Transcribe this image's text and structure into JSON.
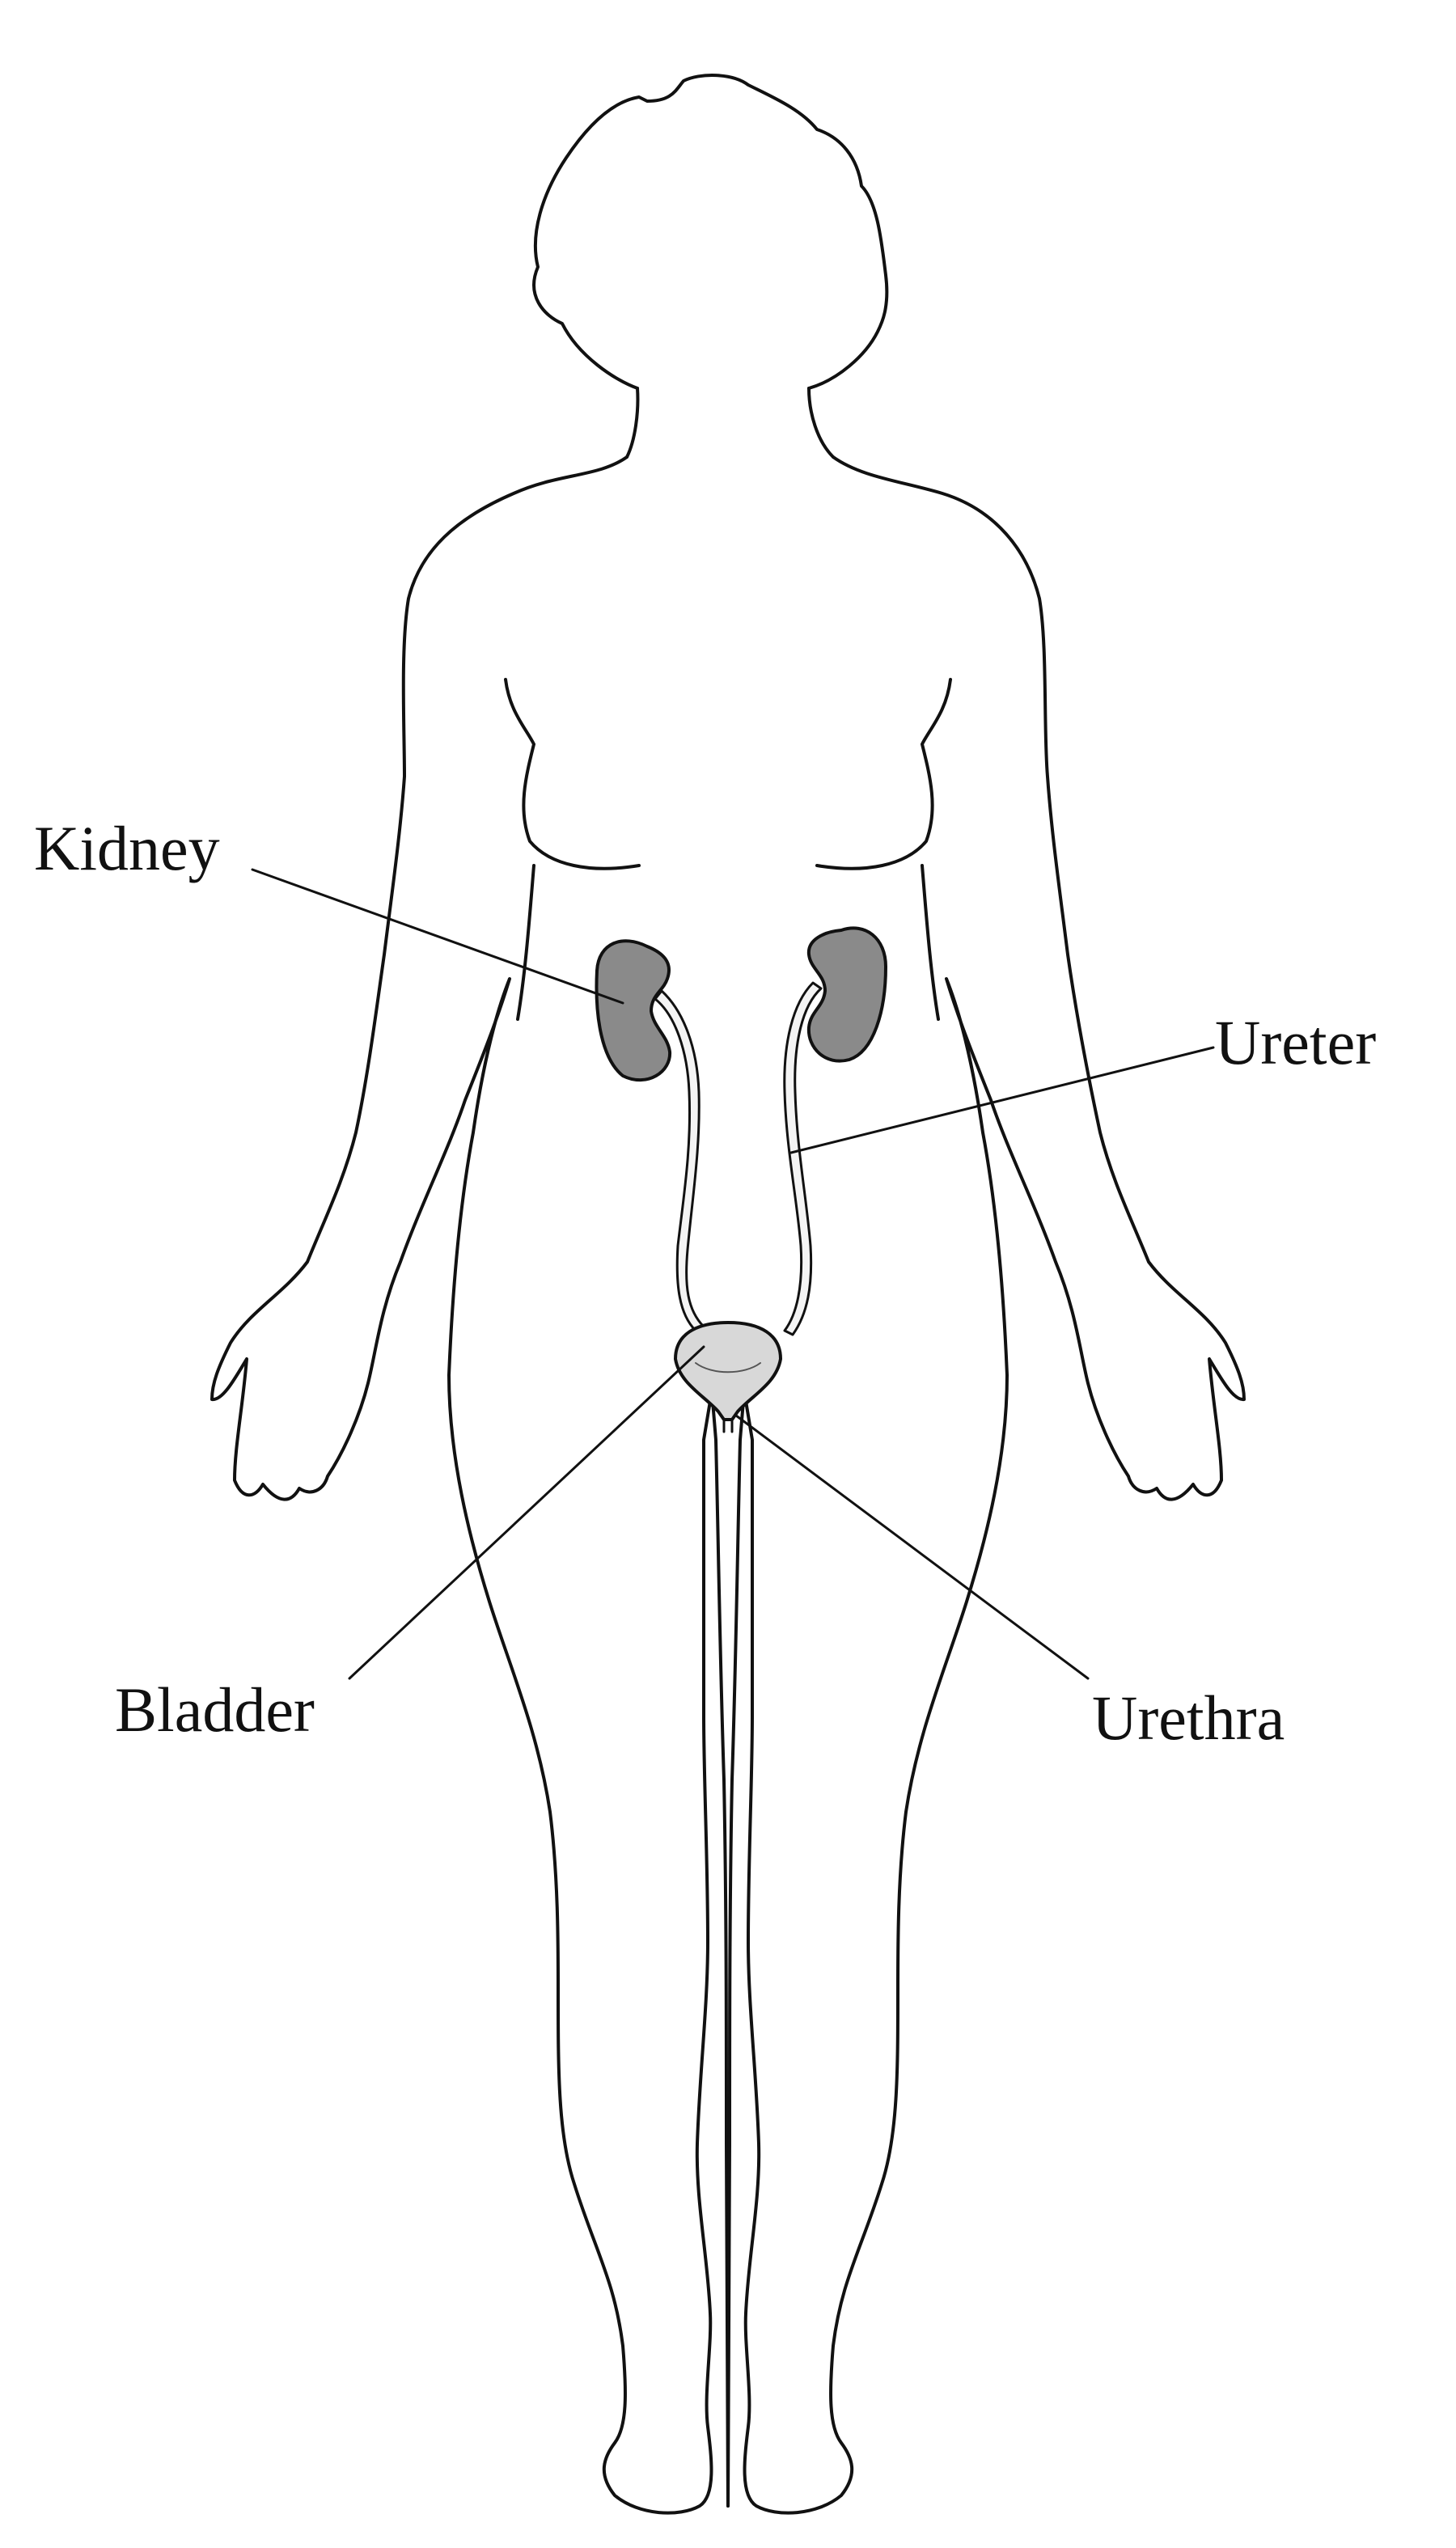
{
  "labels": {
    "kidney": "Kidney",
    "ureter": "Ureter",
    "bladder": "Bladder",
    "urethra": "Urethra"
  },
  "colors": {
    "outline": "#111111",
    "kidney_fill": "#8a8a8a",
    "bladder_fill": "#d8d8d8",
    "ureter_fill": "#f4f4f4"
  }
}
